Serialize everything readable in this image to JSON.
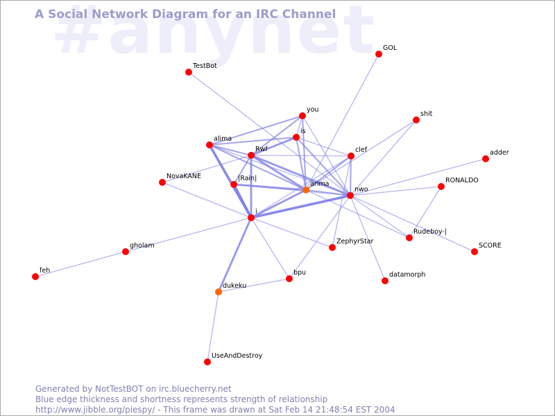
{
  "watermark": "#anynet",
  "title": "A Social Network Diagram for an IRC Channel",
  "footer": {
    "line1": "Generated by NotTestBOT on irc.bluecherry.net",
    "line2": "Blue edge thickness and shortness represents strength of relationship",
    "line3": "http://www.jibble.org/piespy/ - This frame was drawn at Sat Feb 14 21:48:54 EST 2004"
  },
  "colors": {
    "node": "#ff0000",
    "node_recent": "#ff6600",
    "edge": "#8080e8",
    "label": "#000000"
  },
  "nodes": [
    {
      "id": "GOL",
      "label": "GOL"
    },
    {
      "id": "TestBot",
      "label": "TestBot"
    },
    {
      "id": "you",
      "label": "you"
    },
    {
      "id": "shit",
      "label": "shit"
    },
    {
      "id": "is",
      "label": "is"
    },
    {
      "id": "alima",
      "label": "alima"
    },
    {
      "id": "Rwf",
      "label": "Rwf"
    },
    {
      "id": "clef",
      "label": "clef"
    },
    {
      "id": "adder",
      "label": "adder"
    },
    {
      "id": "NovaKANE",
      "label": "NovaKANE"
    },
    {
      "id": "Rain",
      "label": "|Rain|"
    },
    {
      "id": "arima",
      "label": "arima",
      "recent": true
    },
    {
      "id": "nwo",
      "label": "nwo"
    },
    {
      "id": "RONALDO",
      "label": "RONALDO"
    },
    {
      "id": "i",
      "label": "i"
    },
    {
      "id": "Rudeboy",
      "label": "Rudeboy-|"
    },
    {
      "id": "ZephyrStar",
      "label": "ZephyrStar"
    },
    {
      "id": "SCORE",
      "label": "SCORE"
    },
    {
      "id": "gholam",
      "label": "gholam"
    },
    {
      "id": "feh",
      "label": "feh"
    },
    {
      "id": "bpu",
      "label": "bpu"
    },
    {
      "id": "datamorph",
      "label": "datamorph"
    },
    {
      "id": "dukeku",
      "label": "dukeku",
      "recent": true
    },
    {
      "id": "UseAndDestroy",
      "label": "UseAndDestroy"
    }
  ],
  "edges": [
    {
      "source": "TestBot",
      "target": "nwo",
      "weight": 1
    },
    {
      "source": "GOL",
      "target": "arima",
      "weight": 1
    },
    {
      "source": "shit",
      "target": "arima",
      "weight": 1
    },
    {
      "source": "shit",
      "target": "nwo",
      "weight": 1
    },
    {
      "source": "adder",
      "target": "nwo",
      "weight": 1
    },
    {
      "source": "you",
      "target": "alima",
      "weight": 2
    },
    {
      "source": "you",
      "target": "Rwf",
      "weight": 2
    },
    {
      "source": "you",
      "target": "arima",
      "weight": 2
    },
    {
      "source": "you",
      "target": "nwo",
      "weight": 1
    },
    {
      "source": "you",
      "target": "is",
      "weight": 1
    },
    {
      "source": "is",
      "target": "alima",
      "weight": 2
    },
    {
      "source": "is",
      "target": "Rwf",
      "weight": 3
    },
    {
      "source": "is",
      "target": "arima",
      "weight": 2
    },
    {
      "source": "is",
      "target": "nwo",
      "weight": 2
    },
    {
      "source": "is",
      "target": "clef",
      "weight": 1
    },
    {
      "source": "alima",
      "target": "Rwf",
      "weight": 2
    },
    {
      "source": "alima",
      "target": "i",
      "weight": 4
    },
    {
      "source": "alima",
      "target": "arima",
      "weight": 2
    },
    {
      "source": "alima",
      "target": "nwo",
      "weight": 1
    },
    {
      "source": "Rwf",
      "target": "i",
      "weight": 3
    },
    {
      "source": "Rwf",
      "target": "arima",
      "weight": 3
    },
    {
      "source": "Rwf",
      "target": "nwo",
      "weight": 3
    },
    {
      "source": "Rwf",
      "target": "Rain",
      "weight": 2
    },
    {
      "source": "Rwf",
      "target": "NovaKANE",
      "weight": 1
    },
    {
      "source": "Rwf",
      "target": "clef",
      "weight": 1
    },
    {
      "source": "Rain",
      "target": "i",
      "weight": 4
    },
    {
      "source": "Rain",
      "target": "arima",
      "weight": 3
    },
    {
      "source": "Rain",
      "target": "nwo",
      "weight": 1
    },
    {
      "source": "arima",
      "target": "nwo",
      "weight": 2
    },
    {
      "source": "arima",
      "target": "i",
      "weight": 3
    },
    {
      "source": "arima",
      "target": "clef",
      "weight": 2
    },
    {
      "source": "arima",
      "target": "Rudeboy",
      "weight": 1
    },
    {
      "source": "i",
      "target": "nwo",
      "weight": 4
    },
    {
      "source": "i",
      "target": "clef",
      "weight": 1
    },
    {
      "source": "i",
      "target": "NovaKANE",
      "weight": 1
    },
    {
      "source": "i",
      "target": "gholam",
      "weight": 1
    },
    {
      "source": "i",
      "target": "dukeku",
      "weight": 3
    },
    {
      "source": "i",
      "target": "bpu",
      "weight": 1
    },
    {
      "source": "i",
      "target": "ZephyrStar",
      "weight": 1
    },
    {
      "source": "clef",
      "target": "nwo",
      "weight": 2
    },
    {
      "source": "clef",
      "target": "ZephyrStar",
      "weight": 1
    },
    {
      "source": "nwo",
      "target": "RONALDO",
      "weight": 1
    },
    {
      "source": "nwo",
      "target": "Rudeboy",
      "weight": 1
    },
    {
      "source": "nwo",
      "target": "SCORE",
      "weight": 1
    },
    {
      "source": "nwo",
      "target": "datamorph",
      "weight": 1
    },
    {
      "source": "nwo",
      "target": "bpu",
      "weight": 1
    },
    {
      "source": "RONALDO",
      "target": "Rudeboy",
      "weight": 1
    },
    {
      "source": "gholam",
      "target": "feh",
      "weight": 1
    },
    {
      "source": "dukeku",
      "target": "bpu",
      "weight": 1
    },
    {
      "source": "dukeku",
      "target": "UseAndDestroy",
      "weight": 1
    }
  ]
}
